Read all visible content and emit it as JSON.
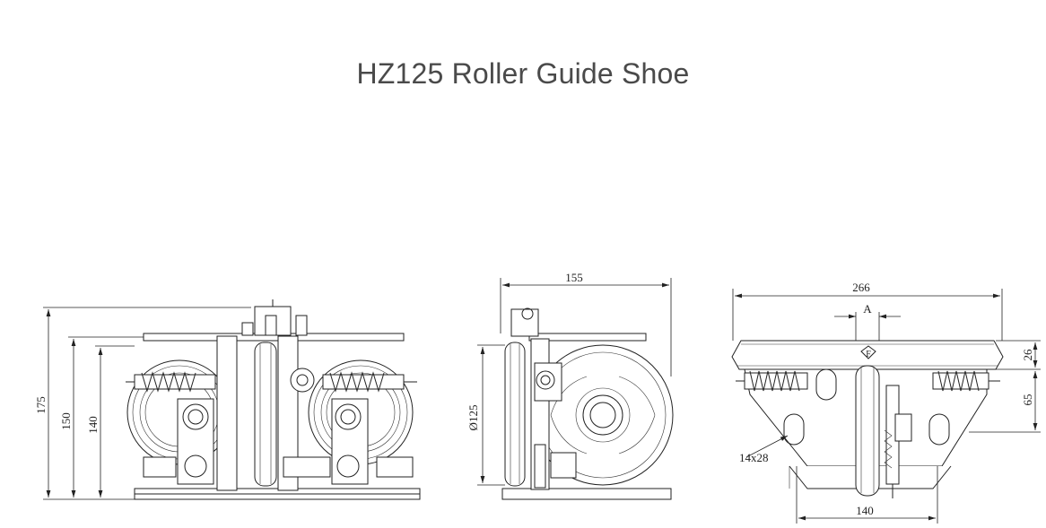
{
  "title": "HZ125 Roller Guide Shoe",
  "front_view": {
    "dim_total_height": "175",
    "dim_mid_height": "150",
    "dim_inner_height": "140"
  },
  "side_view": {
    "dim_width": "155",
    "dim_wheel_diameter": "Ø125"
  },
  "top_view": {
    "dim_width": "266",
    "dim_a_label": "A",
    "dim_f_label": "F",
    "dim_top_height": "26",
    "dim_mid_height": "65",
    "dim_slot": "14x28",
    "dim_base_width": "140"
  }
}
